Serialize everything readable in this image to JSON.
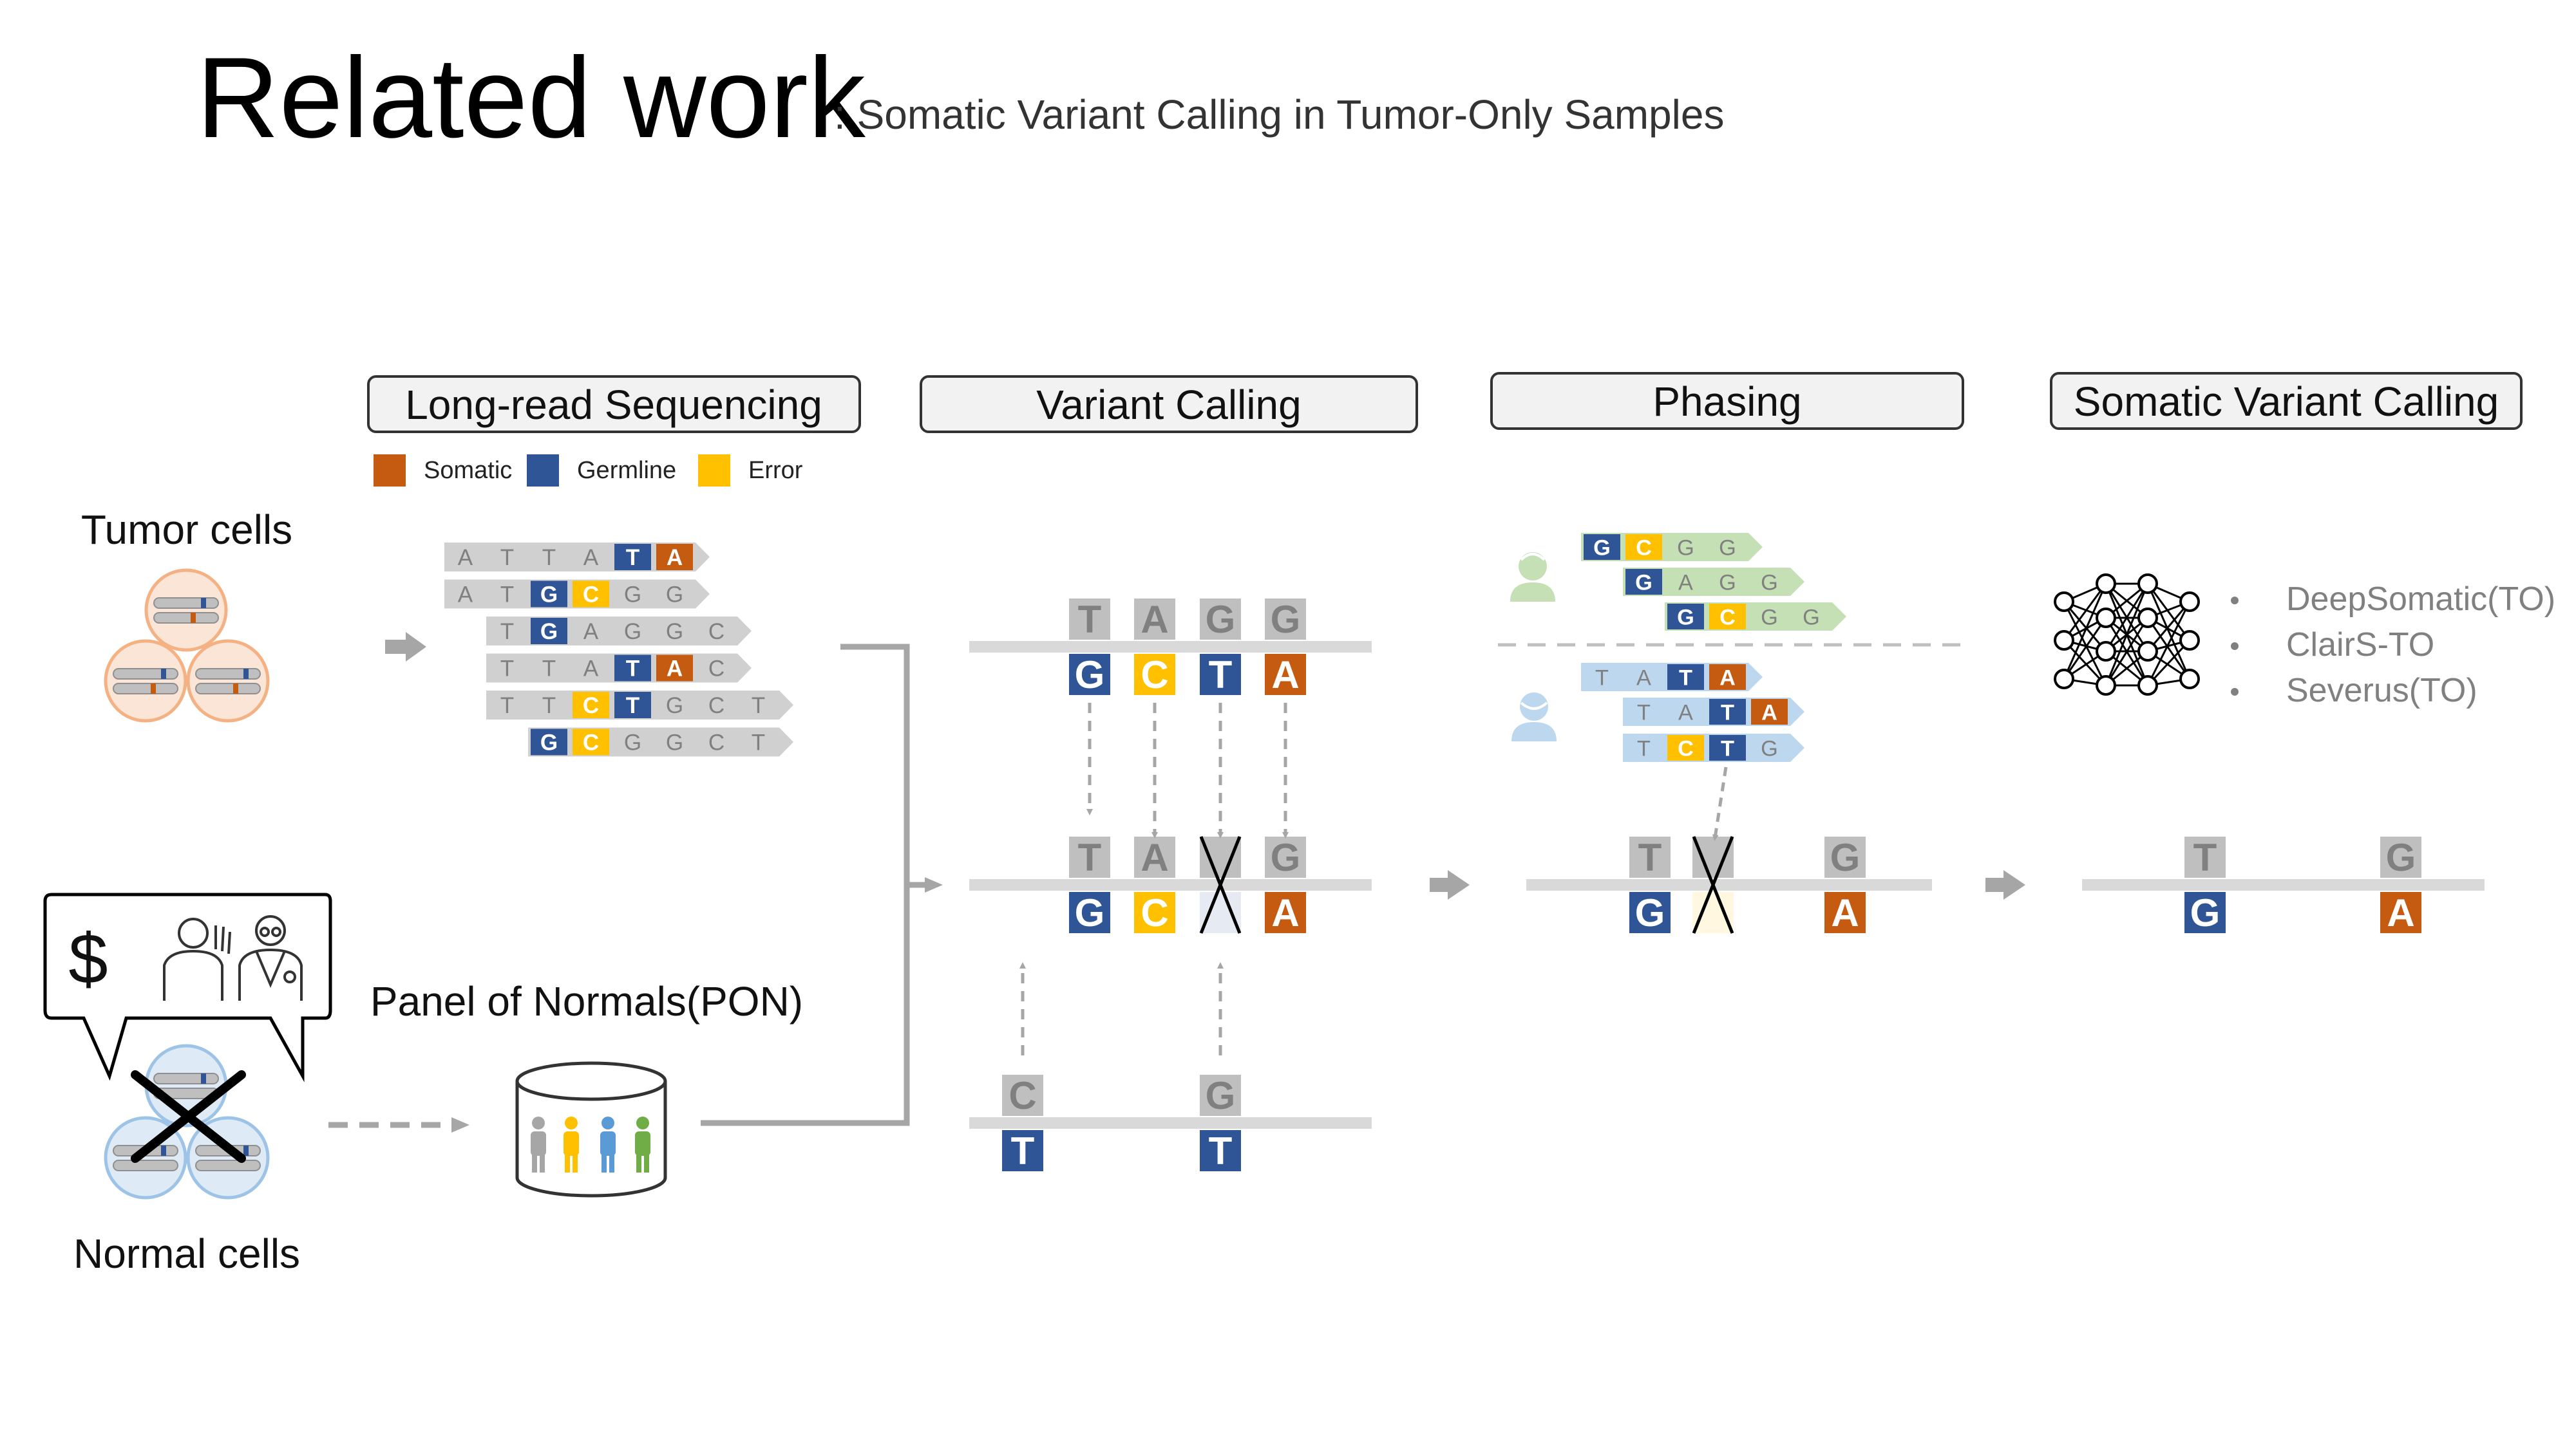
{
  "title": "Related work",
  "subtitle": ": Somatic Variant Calling in Tumor-Only Samples",
  "stages": [
    "Long-read Sequencing",
    "Variant Calling",
    "Phasing",
    "Somatic Variant Calling"
  ],
  "legend": [
    {
      "label": "Somatic",
      "color": "#C55A11"
    },
    {
      "label": "Germline",
      "color": "#2F5597"
    },
    {
      "label": "Error",
      "color": "#FFC000"
    }
  ],
  "colors": {
    "somatic": "#C55A11",
    "germline": "#2F5597",
    "error": "#FFC000",
    "ref": "#BFBFBF",
    "read_grey": "#D0D0D0",
    "read_green": "#C5E0B4",
    "read_blue": "#BDD7EE",
    "arrow": "#A6A6A6",
    "text_grey": "#808080"
  },
  "labels": {
    "tumor_cells": "Tumor cells",
    "normal_cells": "Normal cells",
    "pon": "Panel of Normals(PON)",
    "dollar": "$"
  },
  "tumor_reads": [
    [
      [
        "A",
        "r"
      ],
      [
        "T",
        "r"
      ],
      [
        "T",
        "r"
      ],
      [
        "A",
        "r"
      ],
      [
        "T",
        "G"
      ],
      [
        "A",
        "S"
      ]
    ],
    [
      [
        "A",
        "r"
      ],
      [
        "T",
        "r"
      ],
      [
        "G",
        "G"
      ],
      [
        "C",
        "E"
      ],
      [
        "G",
        "r"
      ],
      [
        "G",
        "r"
      ]
    ],
    [
      [
        "T",
        "r"
      ],
      [
        "G",
        "G"
      ],
      [
        "A",
        "r"
      ],
      [
        "G",
        "r"
      ],
      [
        "G",
        "r"
      ],
      [
        "C",
        "r"
      ]
    ],
    [
      [
        "T",
        "r"
      ],
      [
        "T",
        "r"
      ],
      [
        "A",
        "r"
      ],
      [
        "T",
        "G"
      ],
      [
        "A",
        "S"
      ],
      [
        "C",
        "r"
      ]
    ],
    [
      [
        "T",
        "r"
      ],
      [
        "T",
        "r"
      ],
      [
        "C",
        "E"
      ],
      [
        "T",
        "G"
      ],
      [
        "G",
        "r"
      ],
      [
        "C",
        "r"
      ],
      [
        "T",
        "r"
      ]
    ],
    [
      [
        "G",
        "G"
      ],
      [
        "C",
        "E"
      ],
      [
        "G",
        "r"
      ],
      [
        "G",
        "r"
      ],
      [
        "C",
        "r"
      ],
      [
        "T",
        "r"
      ]
    ]
  ],
  "variant_calling": {
    "tumor": {
      "ref": [
        "T",
        "A",
        "G",
        "G"
      ],
      "alt": [
        [
          "G",
          "G"
        ],
        [
          "C",
          "E"
        ],
        [
          "T",
          "G"
        ],
        [
          "A",
          "S"
        ]
      ]
    },
    "filtered": {
      "ref": [
        "T",
        "A",
        "",
        "G"
      ],
      "alt": [
        [
          "G",
          "G"
        ],
        [
          "C",
          "E"
        ],
        [
          "",
          "G"
        ],
        [
          "A",
          "S"
        ]
      ]
    },
    "pon": {
      "ref": [
        "C",
        "G"
      ],
      "alt": [
        [
          "T",
          "G"
        ],
        [
          "T",
          "G"
        ]
      ]
    }
  },
  "phasing": {
    "hap1_reads": [
      [
        [
          "G",
          "G"
        ],
        [
          "C",
          "E"
        ],
        [
          "G",
          "r"
        ],
        [
          "G",
          "r"
        ]
      ],
      [
        [
          "G",
          "G"
        ],
        [
          "A",
          "r"
        ],
        [
          "G",
          "r"
        ],
        [
          "G",
          "r"
        ]
      ],
      [
        [
          "G",
          "G"
        ],
        [
          "C",
          "E"
        ],
        [
          "G",
          "r"
        ],
        [
          "G",
          "r"
        ]
      ]
    ],
    "hap2_reads": [
      [
        [
          "T",
          "r"
        ],
        [
          "A",
          "r"
        ],
        [
          "T",
          "G"
        ],
        [
          "A",
          "S"
        ]
      ],
      [
        [
          "T",
          "r"
        ],
        [
          "A",
          "r"
        ],
        [
          "T",
          "G"
        ],
        [
          "A",
          "S"
        ]
      ],
      [
        [
          "T",
          "r"
        ],
        [
          "C",
          "E"
        ],
        [
          "T",
          "G"
        ],
        [
          "G",
          "r"
        ]
      ]
    ],
    "result": {
      "ref": [
        "T",
        "",
        "G"
      ],
      "alt": [
        [
          "G",
          "G"
        ],
        [
          "",
          "E"
        ],
        [
          "A",
          "S"
        ]
      ]
    }
  },
  "somatic_result": {
    "ref": [
      "T",
      "G"
    ],
    "alt": [
      [
        "G",
        "G"
      ],
      [
        "A",
        "S"
      ]
    ]
  },
  "tools": [
    "DeepSomatic(TO)",
    "ClairS-TO",
    "Severus(TO)"
  ]
}
